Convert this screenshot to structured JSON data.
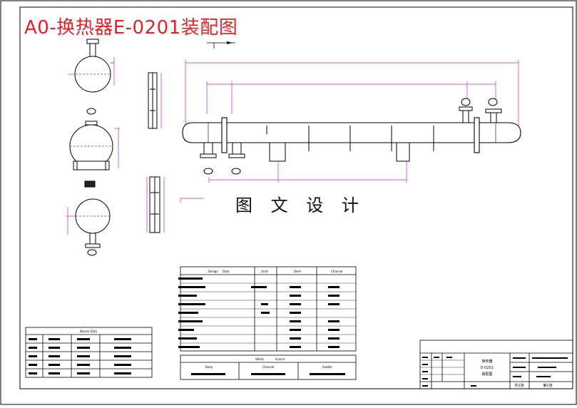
{
  "title": "A0-换热器E-0201装配图",
  "watermark": "图 文 设 计",
  "tables": {
    "design": {
      "headers": [
        "Design",
        "Data",
        "Units",
        "Shell",
        "Channel"
      ]
    },
    "nozzle": {
      "title": "Nozzle Data"
    },
    "weld": {
      "headers": [
        "Welds",
        "Scarce"
      ],
      "row": [
        "Body",
        "Channel",
        "Saddle"
      ]
    }
  },
  "titleblock": {
    "cells": [
      "换热器",
      "E-0201",
      "装配图"
    ],
    "cell2": [
      "共1张",
      "第1张"
    ]
  },
  "colors": {
    "red": "#e8202a",
    "magenta": "#cc22cc",
    "black": "#000000"
  }
}
